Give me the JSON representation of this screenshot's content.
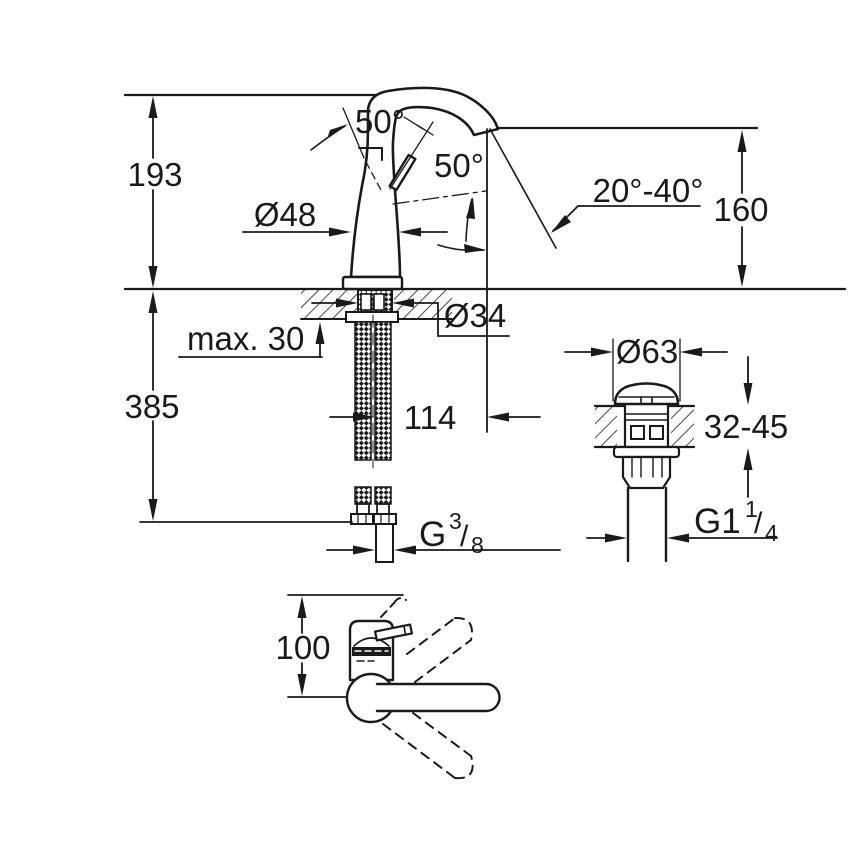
{
  "colors": {
    "ink": "#1a1a1a",
    "paper": "#ffffff"
  },
  "drawing": {
    "side_view": {
      "height_overall": "193",
      "height_below_deck": "385",
      "body_diameter": "Ø48",
      "handle_angle_open": "50°",
      "handle_angle_swing": "50°",
      "spout_stream_angle": "20°-40°",
      "spout_outlet_height": "160",
      "deck_thickness_max": "max. 30",
      "shank_diameter": "Ø34",
      "spout_projection": "114",
      "supply_hose_thread": {
        "prefix": "G",
        "numerator": "3",
        "slash": "/",
        "denominator": "8"
      }
    },
    "waste_detail": {
      "plug_diameter": "Ø63",
      "deck_thickness_range": "32-45",
      "waste_thread": {
        "prefix": "G1",
        "numerator": "1",
        "slash": "/",
        "denominator": "4"
      }
    },
    "top_view": {
      "body_depth": "100"
    }
  }
}
